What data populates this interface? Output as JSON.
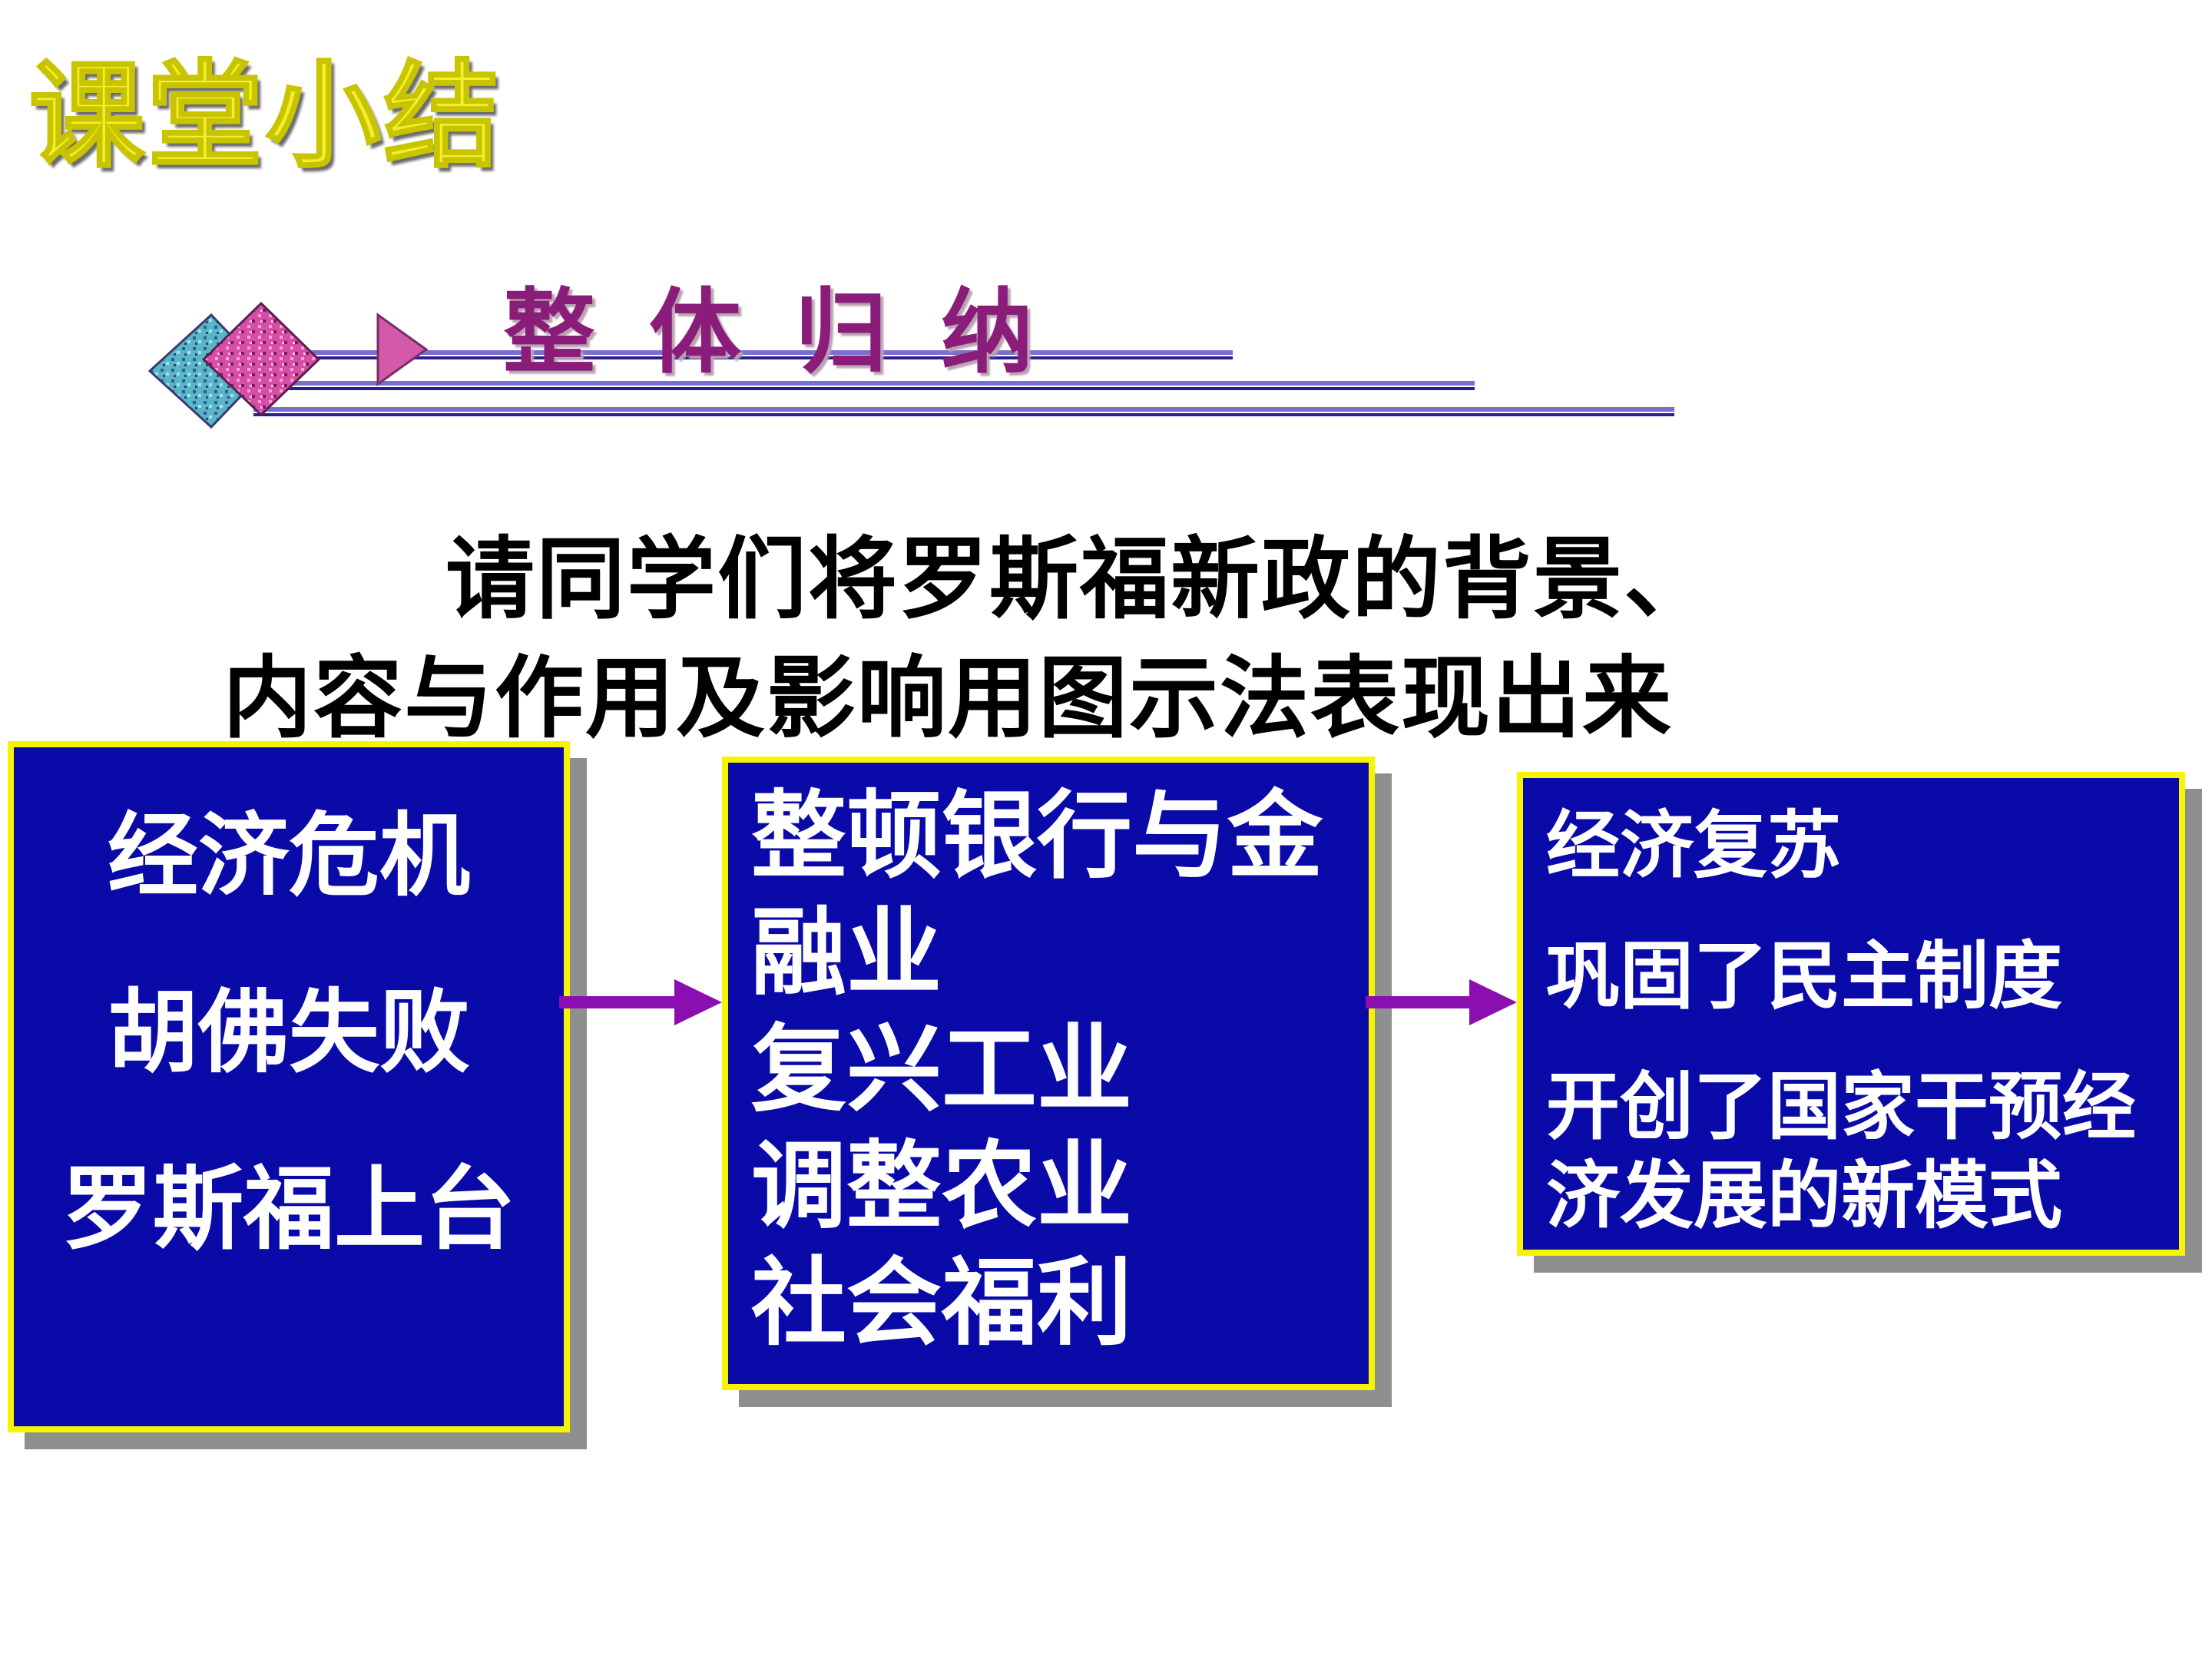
{
  "slide": {
    "title": "课堂小结",
    "subtitle": "整体归纳",
    "prompt_line1": "请同学们将罗斯福新政的背景、",
    "prompt_line2": "内容与作用及影响用图示法表现出来"
  },
  "flow": {
    "background": {
      "items": [
        "经济危机",
        "胡佛失败",
        "罗斯福上台"
      ]
    },
    "content": {
      "items": [
        "整顿银行与金",
        "融业",
        "复兴工业",
        "调整农业",
        "社会福利"
      ]
    },
    "impact": {
      "items": [
        "经济复苏",
        "巩固了民主制度",
        "开创了国家干预经",
        "济发展的新模式"
      ]
    }
  },
  "colors": {
    "box_fill": "#0a0aa8",
    "box_border": "#f7f400",
    "arrow": "#8b0fb0",
    "title": "#f3ef2a",
    "subtitle": "#8a1c7a"
  }
}
